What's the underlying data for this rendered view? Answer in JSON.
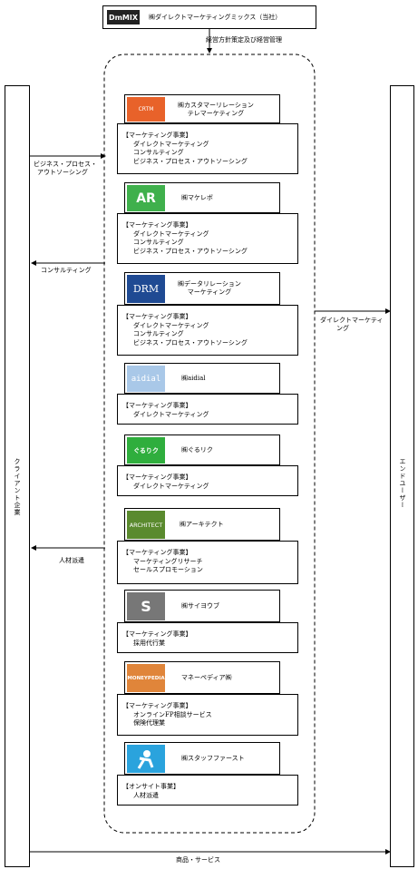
{
  "header": {
    "logo_text": "DmMIX",
    "company": "㈱ダイレクトマーケティングミックス（当社）"
  },
  "mgmt_label": "経営方針策定及び経営管理",
  "left_column": "クライアント企業",
  "right_column": "エンドユーザー",
  "arrows": {
    "bpo": [
      "ビジネス・プロセス・",
      "アウトソーシング"
    ],
    "consulting": "コンサルティング",
    "dm": [
      "ダイレクトマーケティ",
      "ング"
    ],
    "staffing": "人材派遣",
    "goods": "商品・サービス"
  },
  "companies": [
    {
      "logo": "CRTM",
      "name": [
        "㈱カスタマーリレーション",
        "テレマーケティング"
      ],
      "detail": [
        "【マーケティング事業】",
        "ダイレクトマーケティング",
        "コンサルティング",
        "ビジネス・プロセス・アウトソーシング"
      ]
    },
    {
      "logo": "AR",
      "name": [
        "㈱マケレボ"
      ],
      "detail": [
        "【マーケティング事業】",
        "ダイレクトマーケティング",
        "コンサルティング",
        "ビジネス・プロセス・アウトソーシング"
      ]
    },
    {
      "logo": "DRM",
      "name": [
        "㈱データリレーション",
        "マーケティング"
      ],
      "detail": [
        "【マーケティング事業】",
        "ダイレクトマーケティング",
        "コンサルティング",
        "ビジネス・プロセス・アウトソーシング"
      ]
    },
    {
      "logo": "aidial",
      "name": [
        "㈱aidial"
      ],
      "detail": [
        "【マーケティング事業】",
        "ダイレクトマーケティング"
      ]
    },
    {
      "logo": "ぐるりク",
      "name": [
        "㈱ぐるリク"
      ],
      "detail": [
        "【マーケティング事業】",
        "ダイレクトマーケティング"
      ]
    },
    {
      "logo": "ARCHITECT",
      "name": [
        "㈱アーキテクト"
      ],
      "detail": [
        "【マーケティング事業】",
        "マーケティングリサーチ",
        "セールスプロモーション"
      ]
    },
    {
      "logo": "S",
      "name": [
        "㈱サイヨウブ"
      ],
      "detail": [
        "【マーケティング事業】",
        "採用代行業"
      ]
    },
    {
      "logo": "MONEYPEDIA",
      "name": [
        "マネーペディア㈱"
      ],
      "detail": [
        "【マーケティング事業】",
        "オンラインFP相談サービス",
        "保険代理業"
      ]
    },
    {
      "logo": "staff",
      "name": [
        "㈱スタッフファースト"
      ],
      "detail": [
        "【オンサイト事業】",
        "人材派遣"
      ]
    }
  ]
}
